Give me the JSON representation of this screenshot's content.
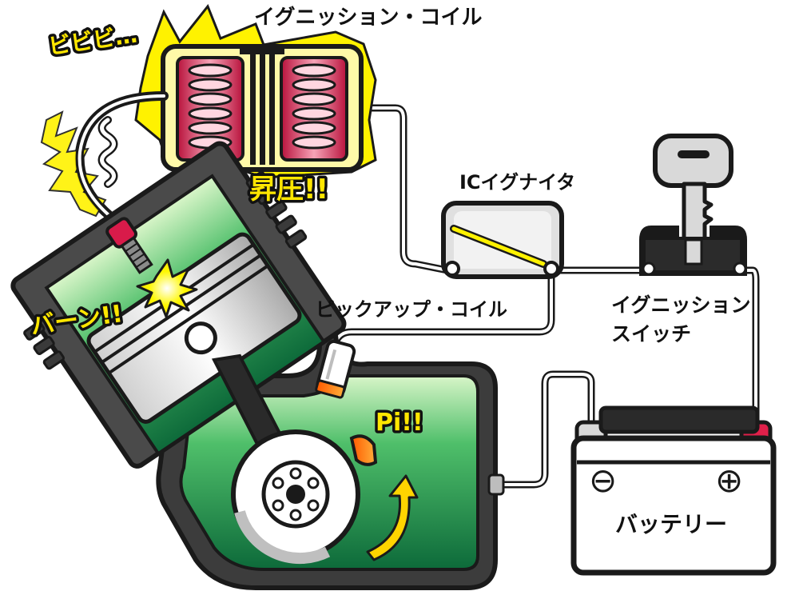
{
  "labels": {
    "ignition_coil": "イグニッション・コイル",
    "ic_igniter": "ICイグナイタ",
    "pickup_coil": "ピックアップ・コイル",
    "ignition_switch_line1": "イグニッション",
    "ignition_switch_line2": "スイッチ",
    "battery": "バッテリー"
  },
  "effects": {
    "spark_sound": "ビビビ…",
    "boost": "昇圧!!",
    "bang": "バーン!!",
    "pulse": "Pi!!"
  },
  "battery": {
    "minus_symbol": "⊖",
    "plus_symbol": "⊕"
  },
  "colors": {
    "outline": "#1a1a1a",
    "engine_green": "#1f8a4c",
    "flash_yellow": "#fff200",
    "coil_red": "#d81b4a",
    "terminal_red": "#e0204a",
    "arrow_yellow": "#ffd400",
    "cylinder_gray": "#4a4a4a"
  }
}
